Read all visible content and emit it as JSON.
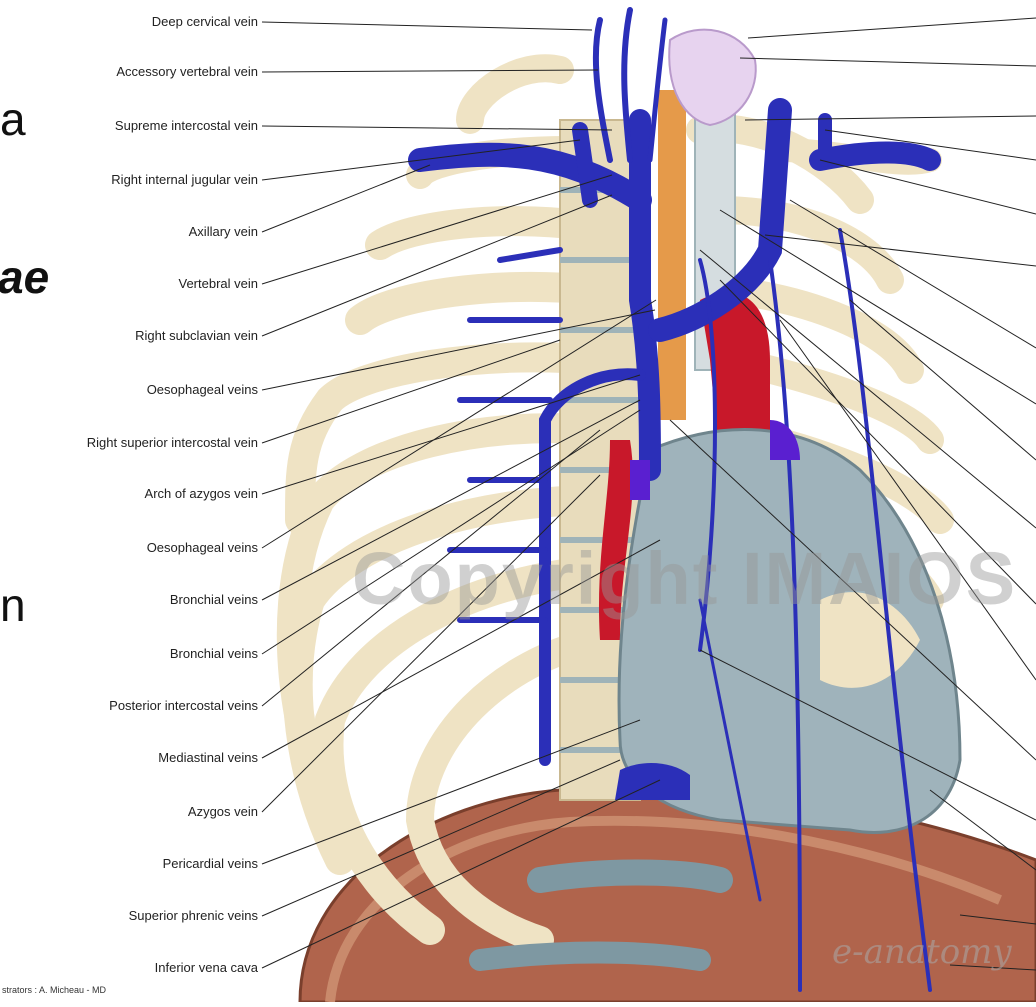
{
  "labels_left": [
    "Deep cervical vein",
    "Accessory vertebral vein",
    "Supreme intercostal vein",
    "Right internal jugular vein",
    "Axillary vein",
    "Vertebral vein",
    "Right subclavian vein",
    "Oesophageal veins",
    "Right superior intercostal vein",
    "Arch of azygos vein",
    "Oesophageal veins",
    "Bronchial veins",
    "Bronchial veins",
    "Posterior intercostal veins",
    "Mediastinal veins",
    "Azygos vein",
    "Pericardial veins",
    "Superior phrenic veins",
    "Inferior vena cava"
  ],
  "slide_fragments": {
    "a": "a",
    "ae": "ae",
    "n": "n"
  },
  "credit": "strators : A. Micheau - MD",
  "watermark": "Copyright IMAIOS",
  "logo": "e-anatomy",
  "colors": {
    "vein": "#2b2fb8",
    "artery": "#c8182a",
    "rib": "#efe3c4",
    "heart": "#9fb3bb",
    "diaphragm": "#b0644c"
  }
}
